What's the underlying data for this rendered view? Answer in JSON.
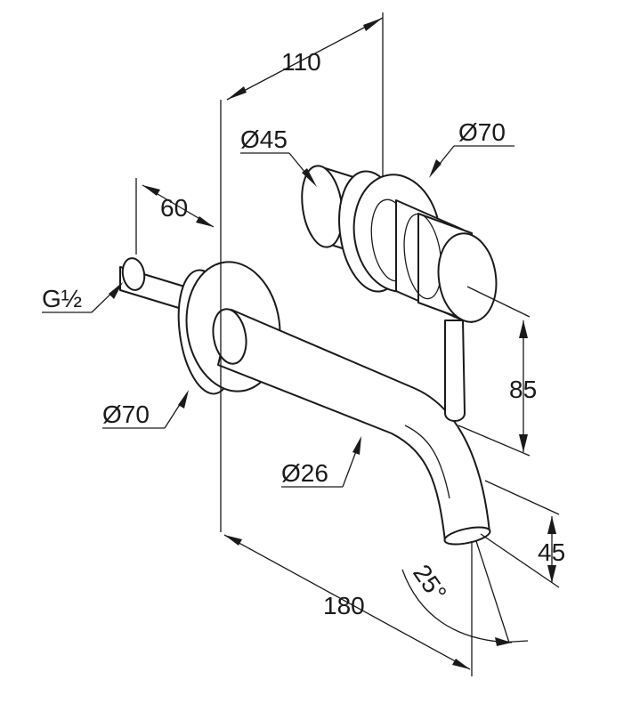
{
  "dimensions": {
    "width_110": "110",
    "diam_45": "Ø45",
    "diam_70_handle": "Ø70",
    "width_60": "60",
    "thread": "G½",
    "diam_70_spout": "Ø70",
    "height_85": "85",
    "diam_26": "Ø26",
    "height_45": "45",
    "angle_25": "25°",
    "length_180": "180"
  },
  "colors": {
    "line": "#1a1a1a",
    "background": "#ffffff"
  }
}
